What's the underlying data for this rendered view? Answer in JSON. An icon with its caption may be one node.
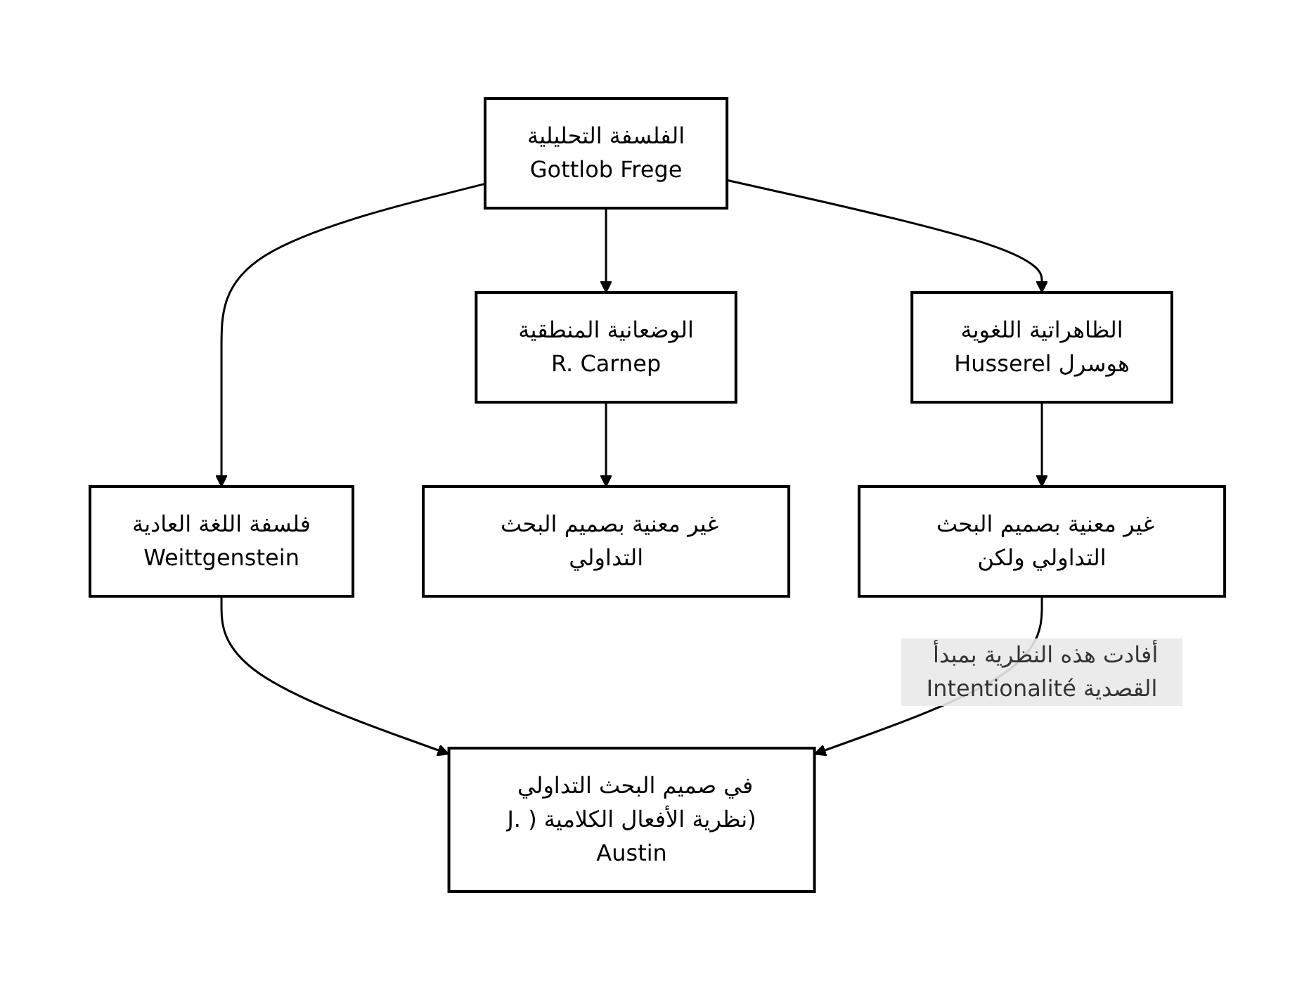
{
  "diagram": {
    "nodes": [
      {
        "text": [
          "الفلسفة التحليلية",
          "Gottlob Frege"
        ]
      },
      {
        "text": [
          "الوضعانية المنطقية",
          "R. Carnep"
        ]
      },
      {
        "text": [
          "فلسفة اللغة العادية",
          "Weittgenstein"
        ]
      },
      {
        "text": [
          "الظاهراتية اللغوية",
          "هوسرل Husserel"
        ]
      },
      {
        "text": [
          "غير معنية بصميم البحث التداولي"
        ]
      },
      {
        "text": [
          "في صميم البحث التداولي (نظرية الأفعال الكلامية (J. Austin"
        ]
      },
      {
        "text": [
          "غير معنية بصميم البحث التداولي ولكن"
        ]
      }
    ],
    "edges": [
      {
        "from": 0,
        "to": 1,
        "arrow": "to"
      },
      {
        "from": 0,
        "to": 2,
        "arrow": "to"
      },
      {
        "from": 0,
        "to": 3,
        "arrow": "to"
      },
      {
        "from": 1,
        "to": 4,
        "arrow": "to"
      },
      {
        "from": 2,
        "to": 5,
        "arrow": "to"
      },
      {
        "from": 3,
        "to": 6,
        "arrow": "to"
      },
      {
        "from": 6,
        "to": 5,
        "arrow": "to",
        "label": "أفادت هذه النظرية بمبدأ القصدية Intentionalité"
      }
    ]
  }
}
